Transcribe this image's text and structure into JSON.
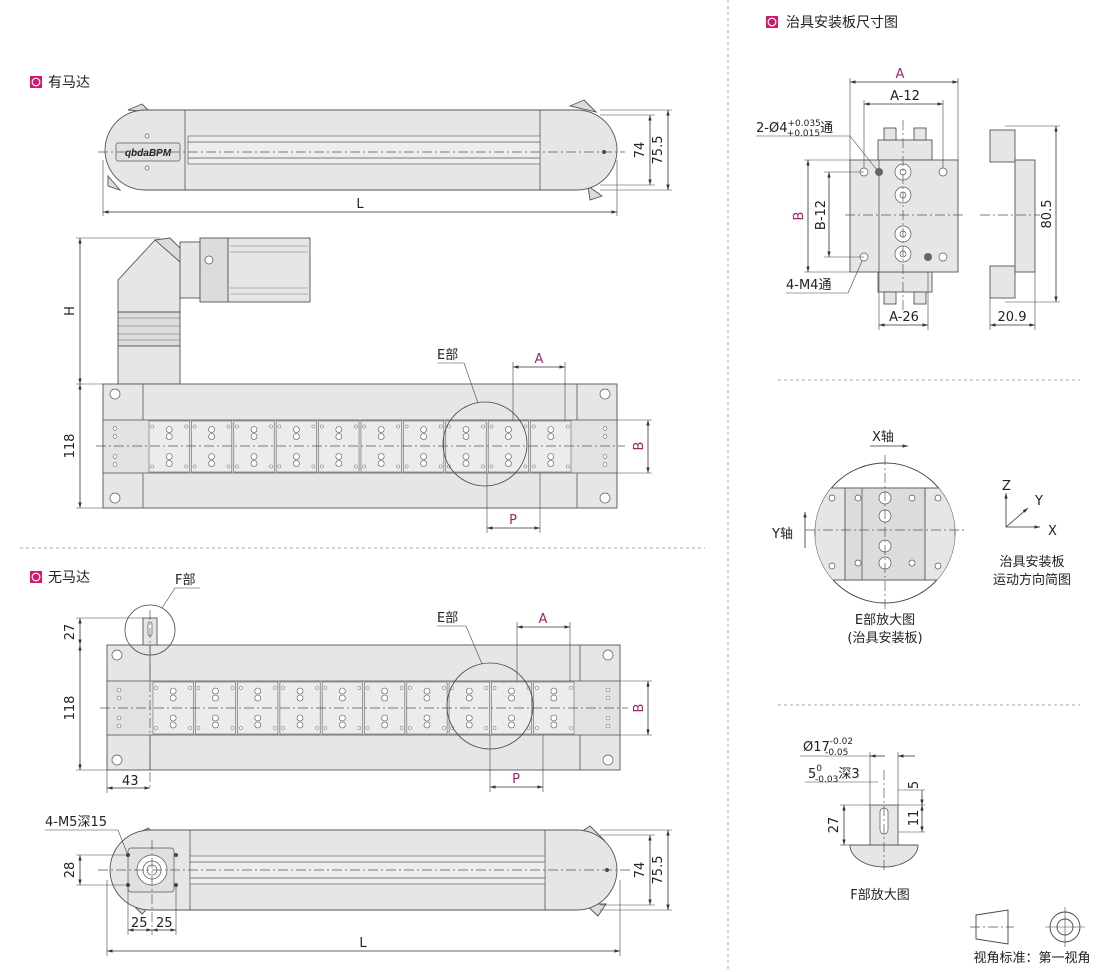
{
  "sections": {
    "with_motor": {
      "title": "有马达"
    },
    "without_motor": {
      "title": "无马达"
    },
    "fixture_plate": {
      "title": "治具安装板尺寸图"
    }
  },
  "marker_color": "#d6176f",
  "logo_text": "qbdaBPM",
  "with_motor": {
    "dim_74": "74",
    "dim_75_5": "75.5",
    "dim_L": "L",
    "dim_H": "H",
    "dim_118": "118",
    "dim_B": "B",
    "dim_A": "A",
    "dim_P": "P",
    "detail_E": "E部"
  },
  "without_motor": {
    "detail_F": "F部",
    "dim_27": "27",
    "dim_118": "118",
    "dim_B": "B",
    "dim_A": "A",
    "dim_P": "P",
    "detail_E": "E部",
    "dim_43": "43",
    "note_m5": "4-M5深15",
    "dim_28": "28",
    "dim_74": "74",
    "dim_75_5": "75.5",
    "dim_25a": "25",
    "dim_25b": "25",
    "dim_L": "L"
  },
  "fixture_plate": {
    "dim_A": "A",
    "dim_A12": "A-12",
    "hole_note": {
      "prefix": "2-Ø4",
      "upper": "+0.035",
      "lower": "+0.015",
      "suffix": "通"
    },
    "dim_B": "B",
    "dim_B12": "B-12",
    "note_m4": "4-M4通",
    "dim_A26": "A-26",
    "dim_80_5": "80.5",
    "dim_20_9": "20.9"
  },
  "e_detail": {
    "x_axis": "X轴",
    "y_axis": "Y轴",
    "caption1": "E部放大图",
    "caption2": "(治具安装板)"
  },
  "motion_diagram": {
    "z": "Z",
    "y": "Y",
    "x": "X",
    "caption1": "治具安装板",
    "caption2": "运动方向简图"
  },
  "f_detail": {
    "dia": {
      "prefix": "Ø17",
      "upper": "-0.02",
      "lower": "-0.05"
    },
    "key": {
      "prefix": "5",
      "upper": "0",
      "lower": "-0.03",
      "suffix": "深3"
    },
    "dim_5": "5",
    "dim_11": "11",
    "dim_27": "27",
    "caption": "F部放大图"
  },
  "projection": {
    "label": "视角标准：第一视角"
  }
}
